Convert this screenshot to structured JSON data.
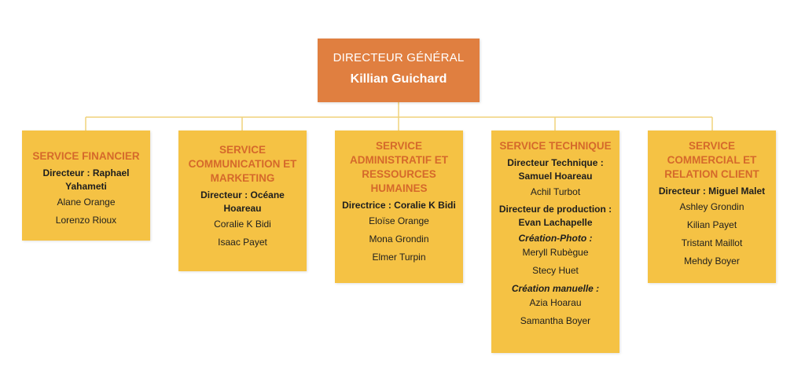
{
  "director": {
    "title": "DIRECTEUR GÉNÉRAL",
    "name": "Killian Guichard"
  },
  "departments": [
    {
      "title": "SERVICE FINANCIER",
      "lines": [
        {
          "kind": "dir",
          "text": "Directeur : Raphael Yahameti"
        },
        {
          "kind": "person",
          "text": "Alane Orange"
        },
        {
          "kind": "person",
          "text": "Lorenzo Rioux"
        }
      ]
    },
    {
      "title": "SERVICE COMMUNICATION ET MARKETING",
      "lines": [
        {
          "kind": "dir",
          "text": "Directeur : Océane Hoareau"
        },
        {
          "kind": "person",
          "text": "Coralie K Bidi"
        },
        {
          "kind": "person",
          "text": "Isaac Payet"
        }
      ]
    },
    {
      "title": "SERVICE ADMINISTRATIF ET RESSOURCES HUMAINES",
      "lines": [
        {
          "kind": "dir",
          "text": "Directrice : Coralie K Bidi"
        },
        {
          "kind": "person",
          "text": "Eloïse Orange"
        },
        {
          "kind": "person",
          "text": "Mona Grondin"
        },
        {
          "kind": "person",
          "text": "Elmer Turpin"
        }
      ]
    },
    {
      "title": "SERVICE TECHNIQUE",
      "lines": [
        {
          "kind": "dir",
          "text": "Directeur Technique : Samuel Hoareau"
        },
        {
          "kind": "person",
          "text": "Achil Turbot"
        },
        {
          "kind": "dir",
          "text": "Directeur de production : Evan Lachapelle"
        },
        {
          "kind": "sub",
          "text": "Création-Photo :"
        },
        {
          "kind": "person",
          "text": "Meryll Rubègue"
        },
        {
          "kind": "person",
          "text": "Stecy Huet"
        },
        {
          "kind": "sub",
          "text": "Création manuelle :"
        },
        {
          "kind": "person",
          "text": "Azia Hoarau"
        },
        {
          "kind": "person",
          "text": "Samantha Boyer"
        }
      ]
    },
    {
      "title": "SERVICE COMMERCIAL ET RELATION CLIENT",
      "lines": [
        {
          "kind": "dir",
          "text": "Directeur : Miguel Malet"
        },
        {
          "kind": "person",
          "text": "Ashley Grondin"
        },
        {
          "kind": "person",
          "text": "Kilian Payet"
        },
        {
          "kind": "person",
          "text": "Tristant Maillot"
        },
        {
          "kind": "person",
          "text": "Mehdy Boyer"
        }
      ]
    }
  ],
  "colors": {
    "director_box": "#e07f40",
    "department_box": "#f5c244",
    "department_title": "#d5692b",
    "connector": "#f0d27a"
  }
}
